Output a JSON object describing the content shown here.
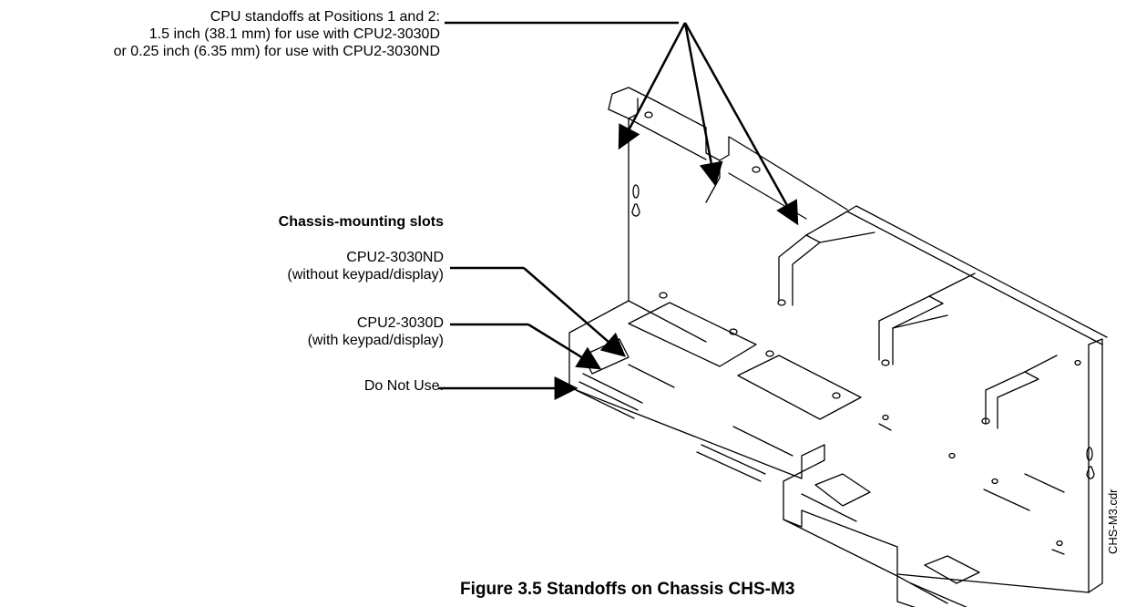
{
  "callouts": {
    "standoffs": [
      "CPU standoffs at Positions 1 and 2:",
      "1.5 inch (38.1 mm) for use with CPU2-3030D",
      "or 0.25 inch (6.35 mm) for use with CPU2-3030ND"
    ],
    "slots_heading": "Chassis-mounting slots",
    "nd_lines": [
      "CPU2-3030ND",
      "(without keypad/display)"
    ],
    "d_lines": [
      "CPU2-3030D",
      "(with keypad/display)"
    ],
    "do_not_use": "Do Not Use."
  },
  "file_tag": "CHS-M3.cdr",
  "caption": "Figure 3.5  Standoffs on Chassis CHS-M3"
}
